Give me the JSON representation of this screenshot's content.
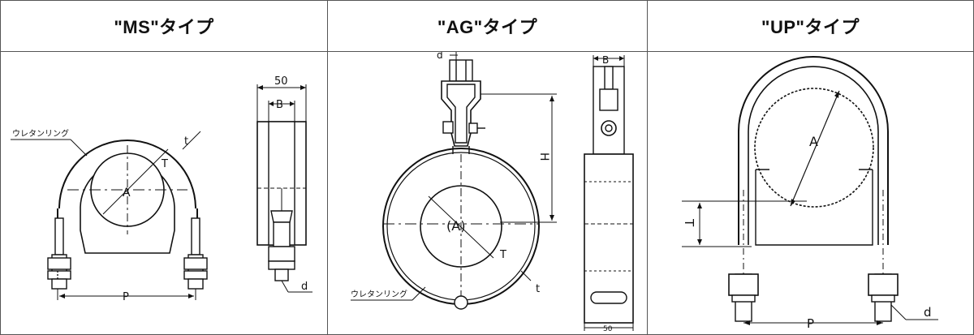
{
  "columns": [
    {
      "title": "\"MS\"タイプ"
    },
    {
      "title": "\"AG\"タイプ"
    },
    {
      "title": "\"UP\"タイプ"
    }
  ],
  "ms": {
    "dim_50": "50",
    "dim_b": "B",
    "urethane": "ウレタンリング",
    "t": "t",
    "T": "T",
    "A": "A",
    "P": "P",
    "d": "d"
  },
  "ag": {
    "d": "d",
    "dim_b": "B",
    "H": "H",
    "A": "(A)",
    "T": "T",
    "t": "t",
    "urethane": "ウレタンリング",
    "dim_50": "50"
  },
  "up": {
    "A": "A",
    "T": "T",
    "P": "P",
    "d": "d"
  }
}
